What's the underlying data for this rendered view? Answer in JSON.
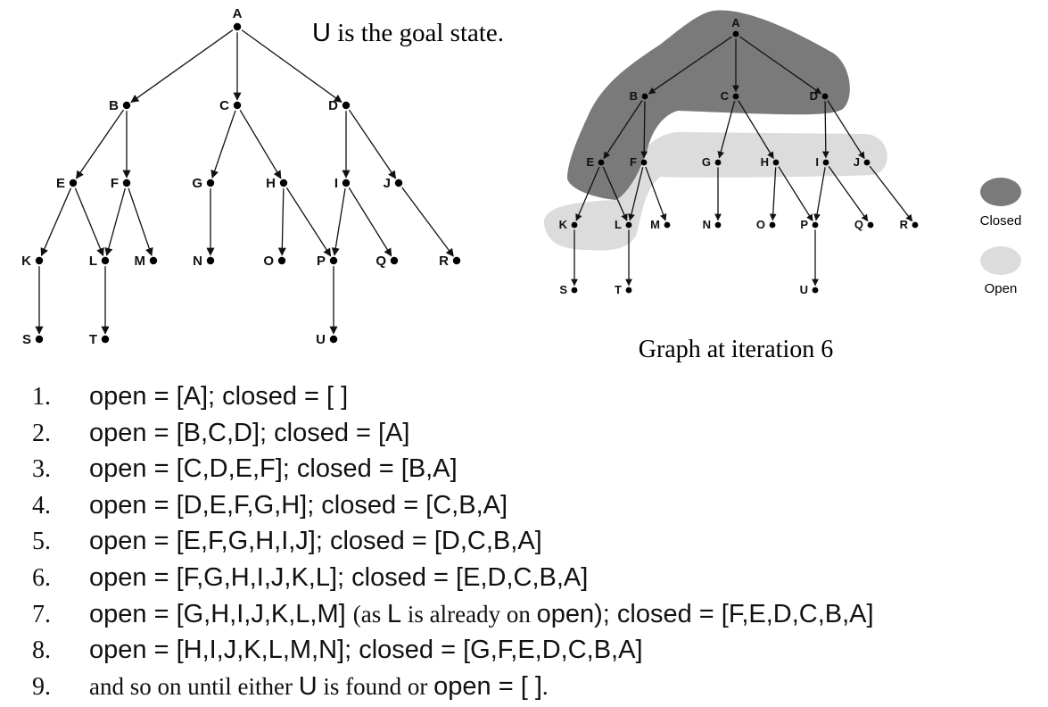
{
  "left_tree": {
    "goal_note": {
      "state": "U",
      "rest": " is the goal state."
    },
    "nodes": [
      {
        "id": "A"
      },
      {
        "id": "B"
      },
      {
        "id": "C"
      },
      {
        "id": "D"
      },
      {
        "id": "E"
      },
      {
        "id": "F"
      },
      {
        "id": "G"
      },
      {
        "id": "H"
      },
      {
        "id": "I"
      },
      {
        "id": "J"
      },
      {
        "id": "K"
      },
      {
        "id": "L"
      },
      {
        "id": "M"
      },
      {
        "id": "N"
      },
      {
        "id": "O"
      },
      {
        "id": "P"
      },
      {
        "id": "Q"
      },
      {
        "id": "R"
      },
      {
        "id": "S"
      },
      {
        "id": "T"
      },
      {
        "id": "U"
      }
    ],
    "edges": [
      [
        "A",
        "B"
      ],
      [
        "A",
        "C"
      ],
      [
        "A",
        "D"
      ],
      [
        "B",
        "E"
      ],
      [
        "B",
        "F"
      ],
      [
        "C",
        "G"
      ],
      [
        "C",
        "H"
      ],
      [
        "D",
        "I"
      ],
      [
        "D",
        "J"
      ],
      [
        "E",
        "K"
      ],
      [
        "E",
        "L"
      ],
      [
        "F",
        "L"
      ],
      [
        "F",
        "M"
      ],
      [
        "G",
        "N"
      ],
      [
        "H",
        "O"
      ],
      [
        "H",
        "P"
      ],
      [
        "I",
        "P"
      ],
      [
        "I",
        "Q"
      ],
      [
        "J",
        "R"
      ],
      [
        "K",
        "S"
      ],
      [
        "L",
        "T"
      ],
      [
        "P",
        "U"
      ]
    ]
  },
  "right_tree": {
    "caption": "Graph at iteration 6",
    "legend": [
      {
        "label": "Closed",
        "color": "#7a7a7a"
      },
      {
        "label": "Open",
        "color": "#dcdcdc"
      }
    ],
    "closed_nodes": [
      "A",
      "B",
      "C",
      "D",
      "E"
    ],
    "open_nodes": [
      "F",
      "G",
      "H",
      "I",
      "J",
      "K",
      "L"
    ]
  },
  "steps": [
    {
      "num": "1.",
      "parts": [
        {
          "t": "open = [A]; closed = [ ]",
          "f": "sans"
        }
      ]
    },
    {
      "num": "2.",
      "parts": [
        {
          "t": "open = [B,C,D]; closed = [A]",
          "f": "sans"
        }
      ]
    },
    {
      "num": "3.",
      "parts": [
        {
          "t": "open = [C,D,E,F]; closed = [B,A]",
          "f": "sans"
        }
      ]
    },
    {
      "num": "4.",
      "parts": [
        {
          "t": "open = [D,E,F,G,H]; closed = [C,B,A]",
          "f": "sans"
        }
      ]
    },
    {
      "num": "5.",
      "parts": [
        {
          "t": "open = [E,F,G,H,I,J]; closed = [D,C,B,A]",
          "f": "sans"
        }
      ]
    },
    {
      "num": "6.",
      "parts": [
        {
          "t": "open = [F,G,H,I,J,K,L]; closed = [E,D,C,B,A]",
          "f": "sans"
        }
      ]
    },
    {
      "num": "7.",
      "parts": [
        {
          "t": "open = [G,H,I,J,K,L,M] ",
          "f": "sans"
        },
        {
          "t": "(as ",
          "f": "serif"
        },
        {
          "t": "L",
          "f": "sans"
        },
        {
          "t": " is already on ",
          "f": "serif"
        },
        {
          "t": "open",
          "f": "sans"
        },
        {
          "t": "); closed = [F,E,D,C,B,A]",
          "f": "sans"
        }
      ]
    },
    {
      "num": "8.",
      "parts": [
        {
          "t": "open = [H,I,J,K,L,M,N]; closed = [G,F,E,D,C,B,A]",
          "f": "sans"
        }
      ]
    },
    {
      "num": "9.",
      "parts": [
        {
          "t": "and so on until either ",
          "f": "serif"
        },
        {
          "t": "U",
          "f": "sans"
        },
        {
          "t": " is found or ",
          "f": "serif"
        },
        {
          "t": "open = [ ]",
          "f": "sans"
        },
        {
          "t": ".",
          "f": "serif"
        }
      ]
    }
  ]
}
